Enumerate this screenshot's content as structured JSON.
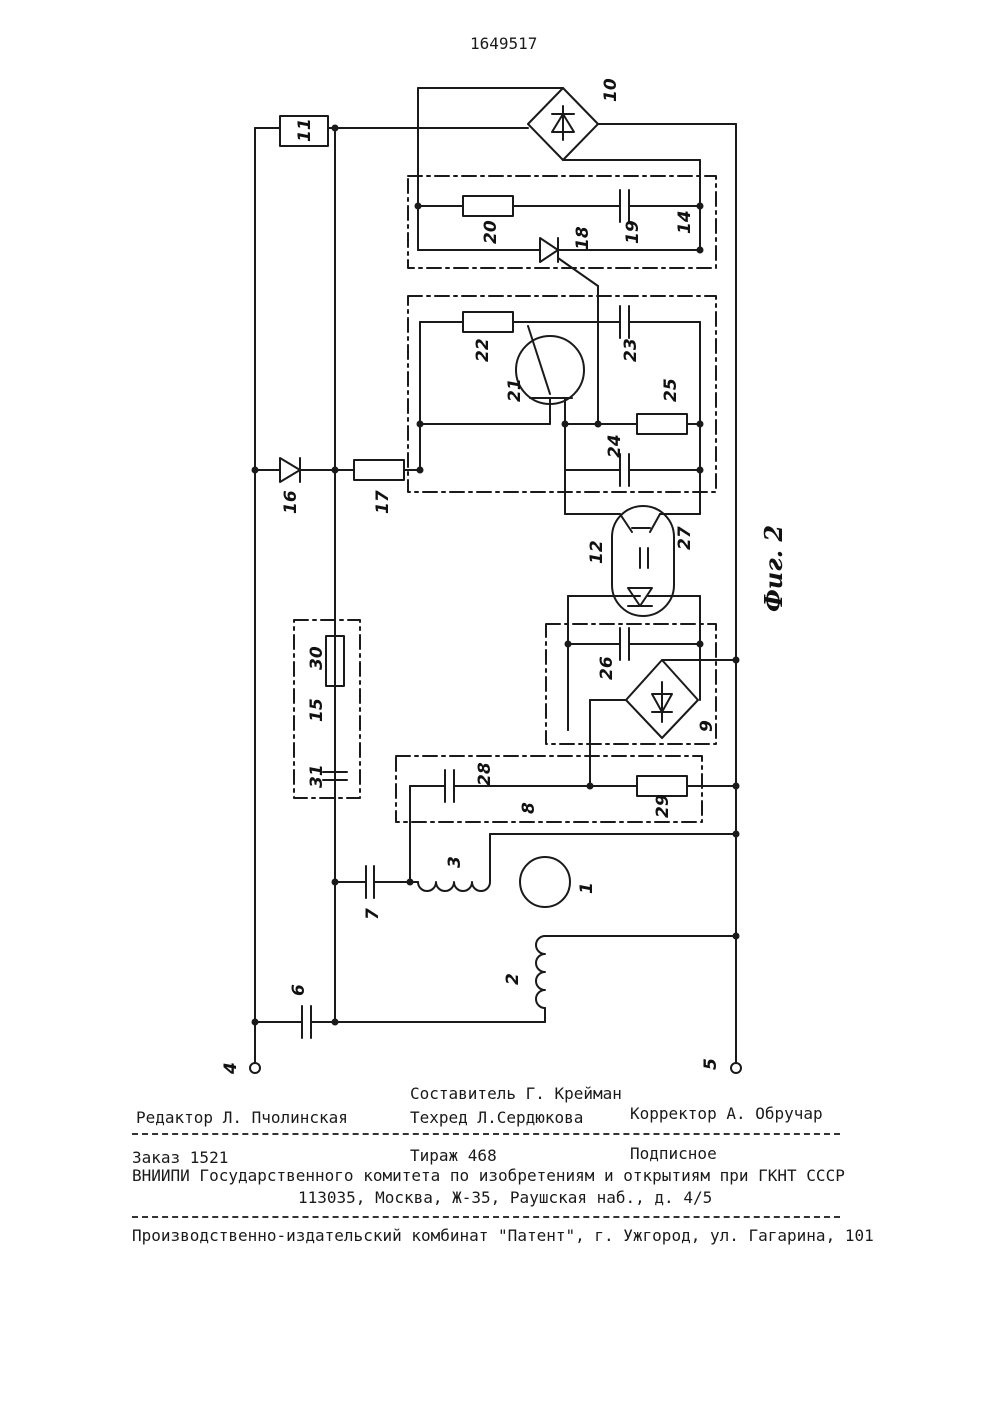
{
  "header": {
    "patent_number": "1649517"
  },
  "figure": {
    "caption": "Фиг. 2",
    "labels": {
      "n1": "1",
      "n2": "2",
      "n3": "3",
      "n4": "4",
      "n5": "5",
      "n6": "6",
      "n7": "7",
      "n8": "8",
      "n9": "9",
      "n10": "10",
      "n11": "11",
      "n12": "12",
      "n14": "14",
      "n15": "15",
      "n16": "16",
      "n17": "17",
      "n18": "18",
      "n19": "19",
      "n20": "20",
      "n21": "21",
      "n22": "22",
      "n23": "23",
      "n24": "24",
      "n25": "25",
      "n26": "26",
      "n27": "27",
      "n28": "28",
      "n29": "29",
      "n30": "30",
      "n31": "31"
    }
  },
  "colophon": {
    "compiler": "Составитель Г. Крейман",
    "editor": "Редактор Л. Пчолинская",
    "techred": "Техред Л.Сердюкова",
    "corrector": "Корректор А. Обручар",
    "order": "Заказ 1521",
    "circulation": "Тираж 468",
    "subscription": "Подписное",
    "org": "ВНИИПИ Государственного комитета по изобретениям и открытиям при ГКНТ СССР",
    "address": "113035, Москва, Ж-35, Раушская наб., д. 4/5",
    "printer": "Производственно-издательский комбинат \"Патент\", г. Ужгород, ул. Гагарина, 101"
  }
}
